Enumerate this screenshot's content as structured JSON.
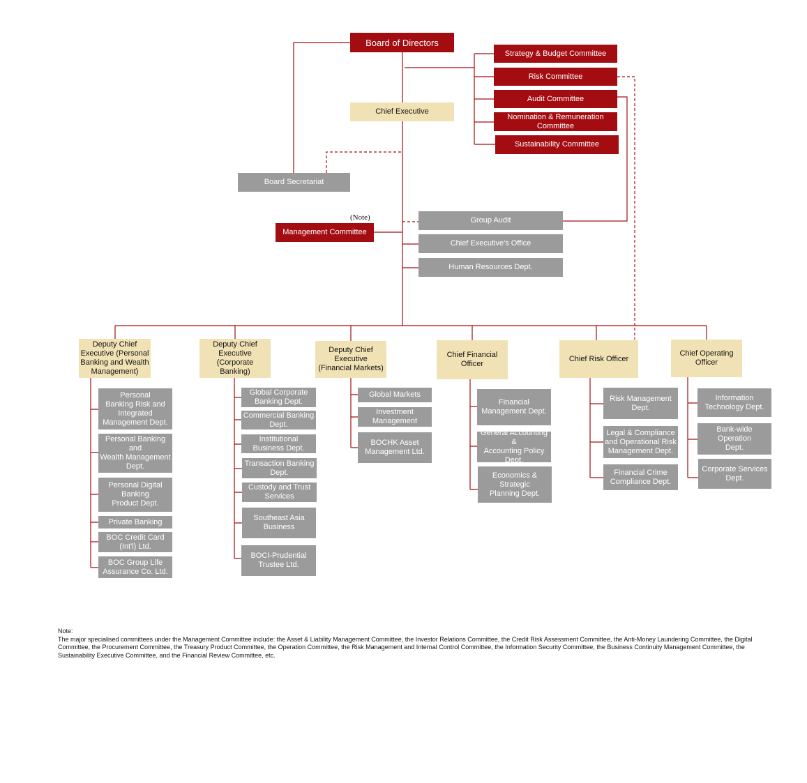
{
  "board": {
    "directors": "Board of Directors",
    "committees": [
      "Strategy & Budget Committee",
      "Risk Committee",
      "Audit Committee",
      "Nomination  & Remuneration\nCommittee",
      "Sustainability Committee"
    ]
  },
  "executive": {
    "chief_executive": "Chief Executive",
    "board_secretariat": "Board Secretariat",
    "note_marker": "(Note)",
    "management_committee": "Management  Committee",
    "group_audit": "Group Audit",
    "ce_office": "Chief Executive's Office",
    "hr": "Human Resources Dept."
  },
  "divisions": [
    {
      "head": "Deputy Chief\nExecutive (Personal\nBanking and Wealth\nManagement)",
      "units": [
        "Personal\nBanking Risk and\nIntegrated\nManagement Dept.",
        "Personal Banking and\nWealth Management\nDept.",
        "Personal Digital\nBanking\nProduct Dept.",
        "Private Banking",
        "BOC Credit Card\n(Int'l) Ltd.",
        "BOC Group Life\nAssurance Co. Ltd."
      ]
    },
    {
      "head": "Deputy Chief\nExecutive\n(Corporate Banking)",
      "units": [
        "Global Corporate\nBanking Dept.",
        "Commercial  Banking\nDept.",
        "Institutional\nBusiness Dept.",
        "Transaction Banking\nDept.",
        "Custody and Trust\nServices",
        "Southeast Asia\nBusiness",
        "BOCI-Prudential\nTrustee Ltd."
      ]
    },
    {
      "head": "Deputy Chief\nExecutive\n(Financial Markets)",
      "units": [
        "Global Markets",
        "Investment\nManagement",
        "BOCHK Asset\nManagement  Ltd."
      ]
    },
    {
      "head": "Chief Financial\nOfficer",
      "units": [
        "Financial\nManagement  Dept.",
        "General Accounting &\nAccounting Policy\nDept.",
        "Economics &\nStrategic\nPlanning  Dept."
      ]
    },
    {
      "head": "Chief Risk Officer",
      "units": [
        "Risk Management\nDept.",
        "Legal & Compliance\nand Operational Risk\nManagement  Dept.",
        "Financial Crime\nCompliance Dept."
      ]
    },
    {
      "head": "Chief Operating\nOfficer",
      "units": [
        "Information\nTechnology Dept.",
        "Bank-wide Operation\nDept.",
        "Corporate Services\nDept."
      ]
    }
  ],
  "note": {
    "title": "Note:",
    "text": "The  major specialised committees under the Management  Committee include: the Asset & Liability Management  Committee, the Investor Relations Committee, the Credit Risk Assessment Committee, the Anti-Money Laundering Committee, the Digital Committee, the Procurement Committee, the Treasury Product Committee, the Operation  Committee, the Risk Management  and  Internal Control Committee, the Information Security Committee, the Business Continuity Management Committee, the Sustainability Executive Committee, and the Financial Review Committee, etc."
  },
  "colors": {
    "red": "#a30d12",
    "gray": "#9b9b9b",
    "tan": "#f1e2b5"
  }
}
